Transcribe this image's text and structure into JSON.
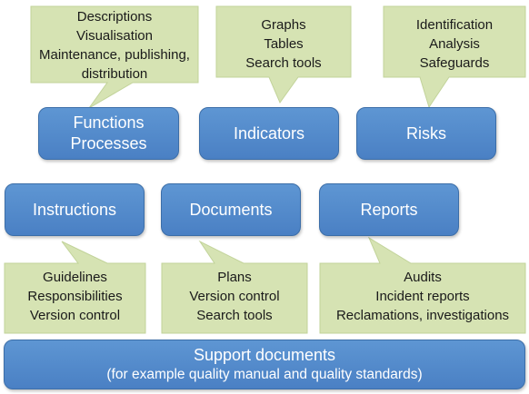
{
  "callouts": {
    "functions": [
      "Descriptions",
      "Visualisation",
      "Maintenance, publishing,",
      "distribution"
    ],
    "indicators": [
      "Graphs",
      "Tables",
      "Search tools"
    ],
    "risks": [
      "Identification",
      "Analysis",
      "Safeguards"
    ],
    "instructions": [
      "Guidelines",
      "Responsibilities",
      "Version control"
    ],
    "documents": [
      "Plans",
      "Version control",
      "Search tools"
    ],
    "reports": [
      "Audits",
      "Incident reports",
      "Reclamations, investigations"
    ]
  },
  "boxes": {
    "functions": [
      "Functions",
      "Processes"
    ],
    "indicators": "Indicators",
    "risks": "Risks",
    "instructions": "Instructions",
    "documents": "Documents",
    "reports": "Reports"
  },
  "support": {
    "title": "Support documents",
    "subtitle": "(for example quality manual and quality standards)"
  },
  "colors": {
    "callout_fill": "#d6e3b3",
    "callout_stroke": "#c2d39a",
    "box_fill": "#5289cb",
    "box_text": "#ffffff"
  }
}
